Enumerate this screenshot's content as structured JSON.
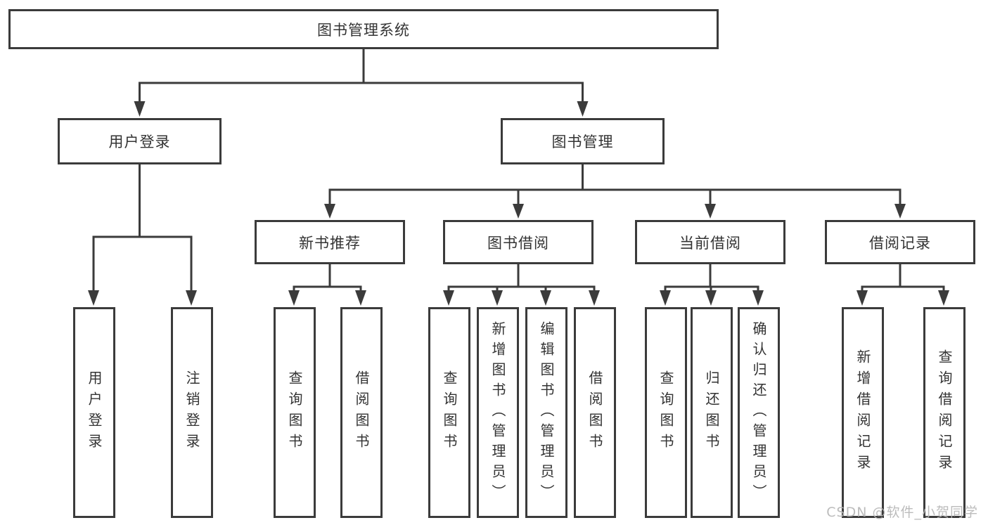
{
  "tree": {
    "root": {
      "label": "图书管理系统"
    },
    "branches": [
      {
        "label": "用户登录",
        "children": [
          {
            "label": "用户登录"
          },
          {
            "label": "注销登录"
          }
        ]
      },
      {
        "label": "图书管理",
        "children": [
          {
            "label": "新书推荐",
            "children": [
              {
                "label": "查询图书"
              },
              {
                "label": "借阅图书"
              }
            ]
          },
          {
            "label": "图书借阅",
            "children": [
              {
                "label": "查询图书"
              },
              {
                "label": "新增图书（管理员）"
              },
              {
                "label": "编辑图书（管理员）"
              },
              {
                "label": "借阅图书"
              }
            ]
          },
          {
            "label": "当前借阅",
            "children": [
              {
                "label": "查询图书"
              },
              {
                "label": "归还图书"
              },
              {
                "label": "确认归还（管理员）"
              }
            ]
          },
          {
            "label": "借阅记录",
            "children": [
              {
                "label": "新增借阅记录"
              },
              {
                "label": "查询借阅记录"
              }
            ]
          }
        ]
      }
    ]
  },
  "watermark": "CSDN @软件_小贺同学",
  "colors": {
    "line": "#3b3b3b",
    "text": "#333333",
    "background": "#ffffff",
    "watermark": "#b5b5b5"
  }
}
